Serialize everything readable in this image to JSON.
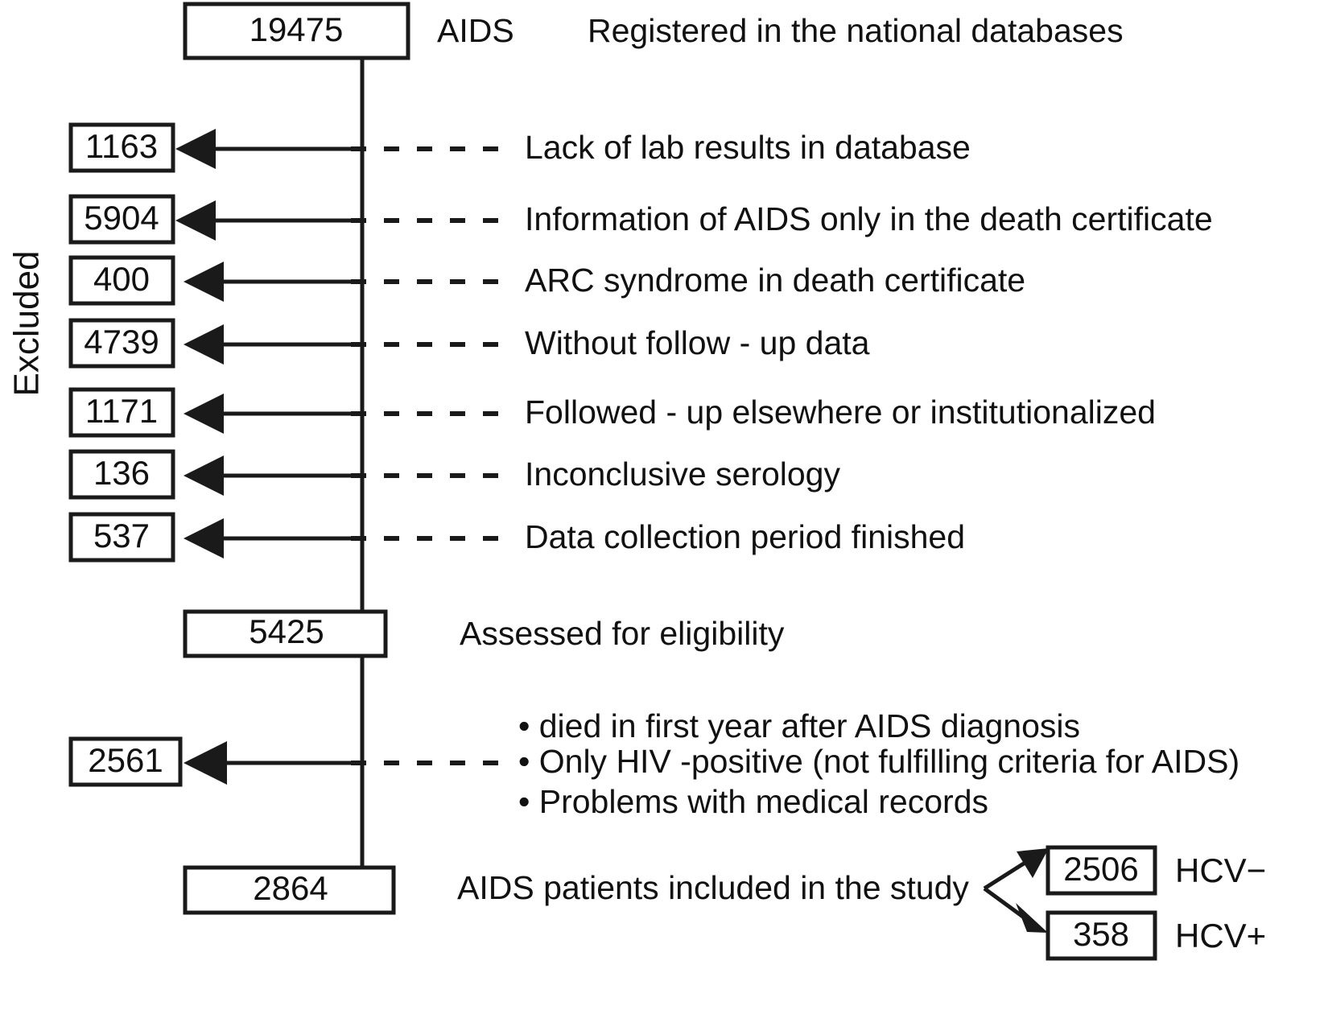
{
  "diagram": {
    "title_row": {
      "count": "19475",
      "tag": "AIDS",
      "label": "Registered in the national databases"
    },
    "side_label": "Excluded",
    "excluded_rows": [
      {
        "count": "1163",
        "label": "Lack of lab results in database"
      },
      {
        "count": "5904",
        "label": "Information of AIDS only in the death certificate"
      },
      {
        "count": "400",
        "label": "ARC syndrome in death certificate"
      },
      {
        "count": "4739",
        "label": "Without follow - up data"
      },
      {
        "count": "1171",
        "label": "Followed - up elsewhere or institutionalized"
      },
      {
        "count": "136",
        "label": "Inconclusive serology"
      },
      {
        "count": "537",
        "label": "Data collection period finished"
      }
    ],
    "eligibility": {
      "count": "5425",
      "label": "Assessed for eligibility"
    },
    "second_exclusion": {
      "count": "2561",
      "bullets": [
        "• died in first year after AIDS diagnosis",
        "• Only HIV -positive (not fulfilling criteria for AIDS)",
        "• Problems with medical records"
      ]
    },
    "included": {
      "count": "2864",
      "label": "AIDS patients included in the study"
    },
    "outcomes": [
      {
        "count": "2506",
        "label": "HCV−"
      },
      {
        "count": "358",
        "label": "HCV+"
      }
    ],
    "colors": {
      "ink": "#1a1a1a",
      "background": "#ffffff"
    }
  }
}
